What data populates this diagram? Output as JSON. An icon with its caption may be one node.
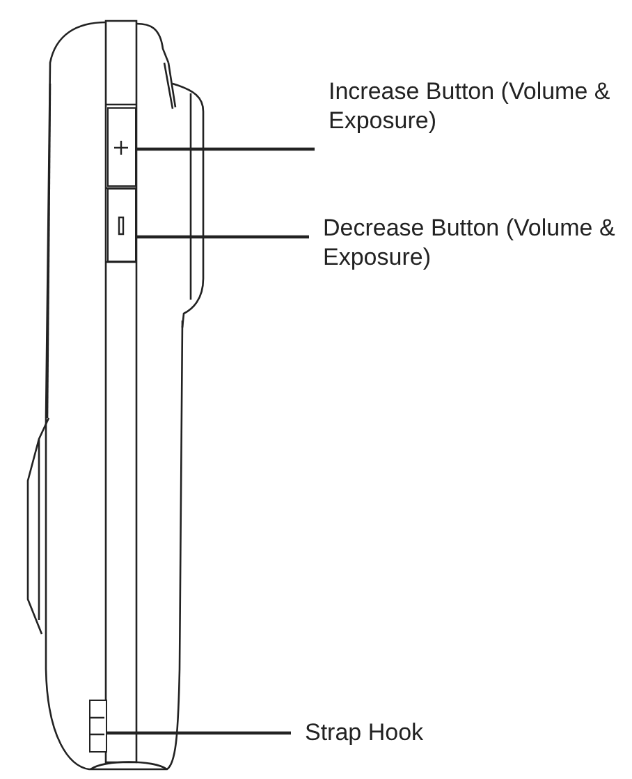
{
  "diagram": {
    "nodes": [
      {
        "text": [
          "Increase Button (Volume & Exposure)"
        ]
      },
      {
        "text": [],
        "shape": "box"
      },
      {
        "text": [
          "Decrease Button (Volume & Exposure)"
        ]
      },
      {
        "text": [],
        "shape": "box"
      },
      {
        "text": [
          "Strap Hook"
        ]
      },
      {
        "text": [],
        "shape": "box"
      }
    ],
    "edges": [
      {
        "from": 0,
        "to": 1,
        "arrow": "none"
      },
      {
        "from": 2,
        "to": 3,
        "arrow": "none"
      },
      {
        "from": 4,
        "to": 5,
        "arrow": "none"
      }
    ]
  }
}
